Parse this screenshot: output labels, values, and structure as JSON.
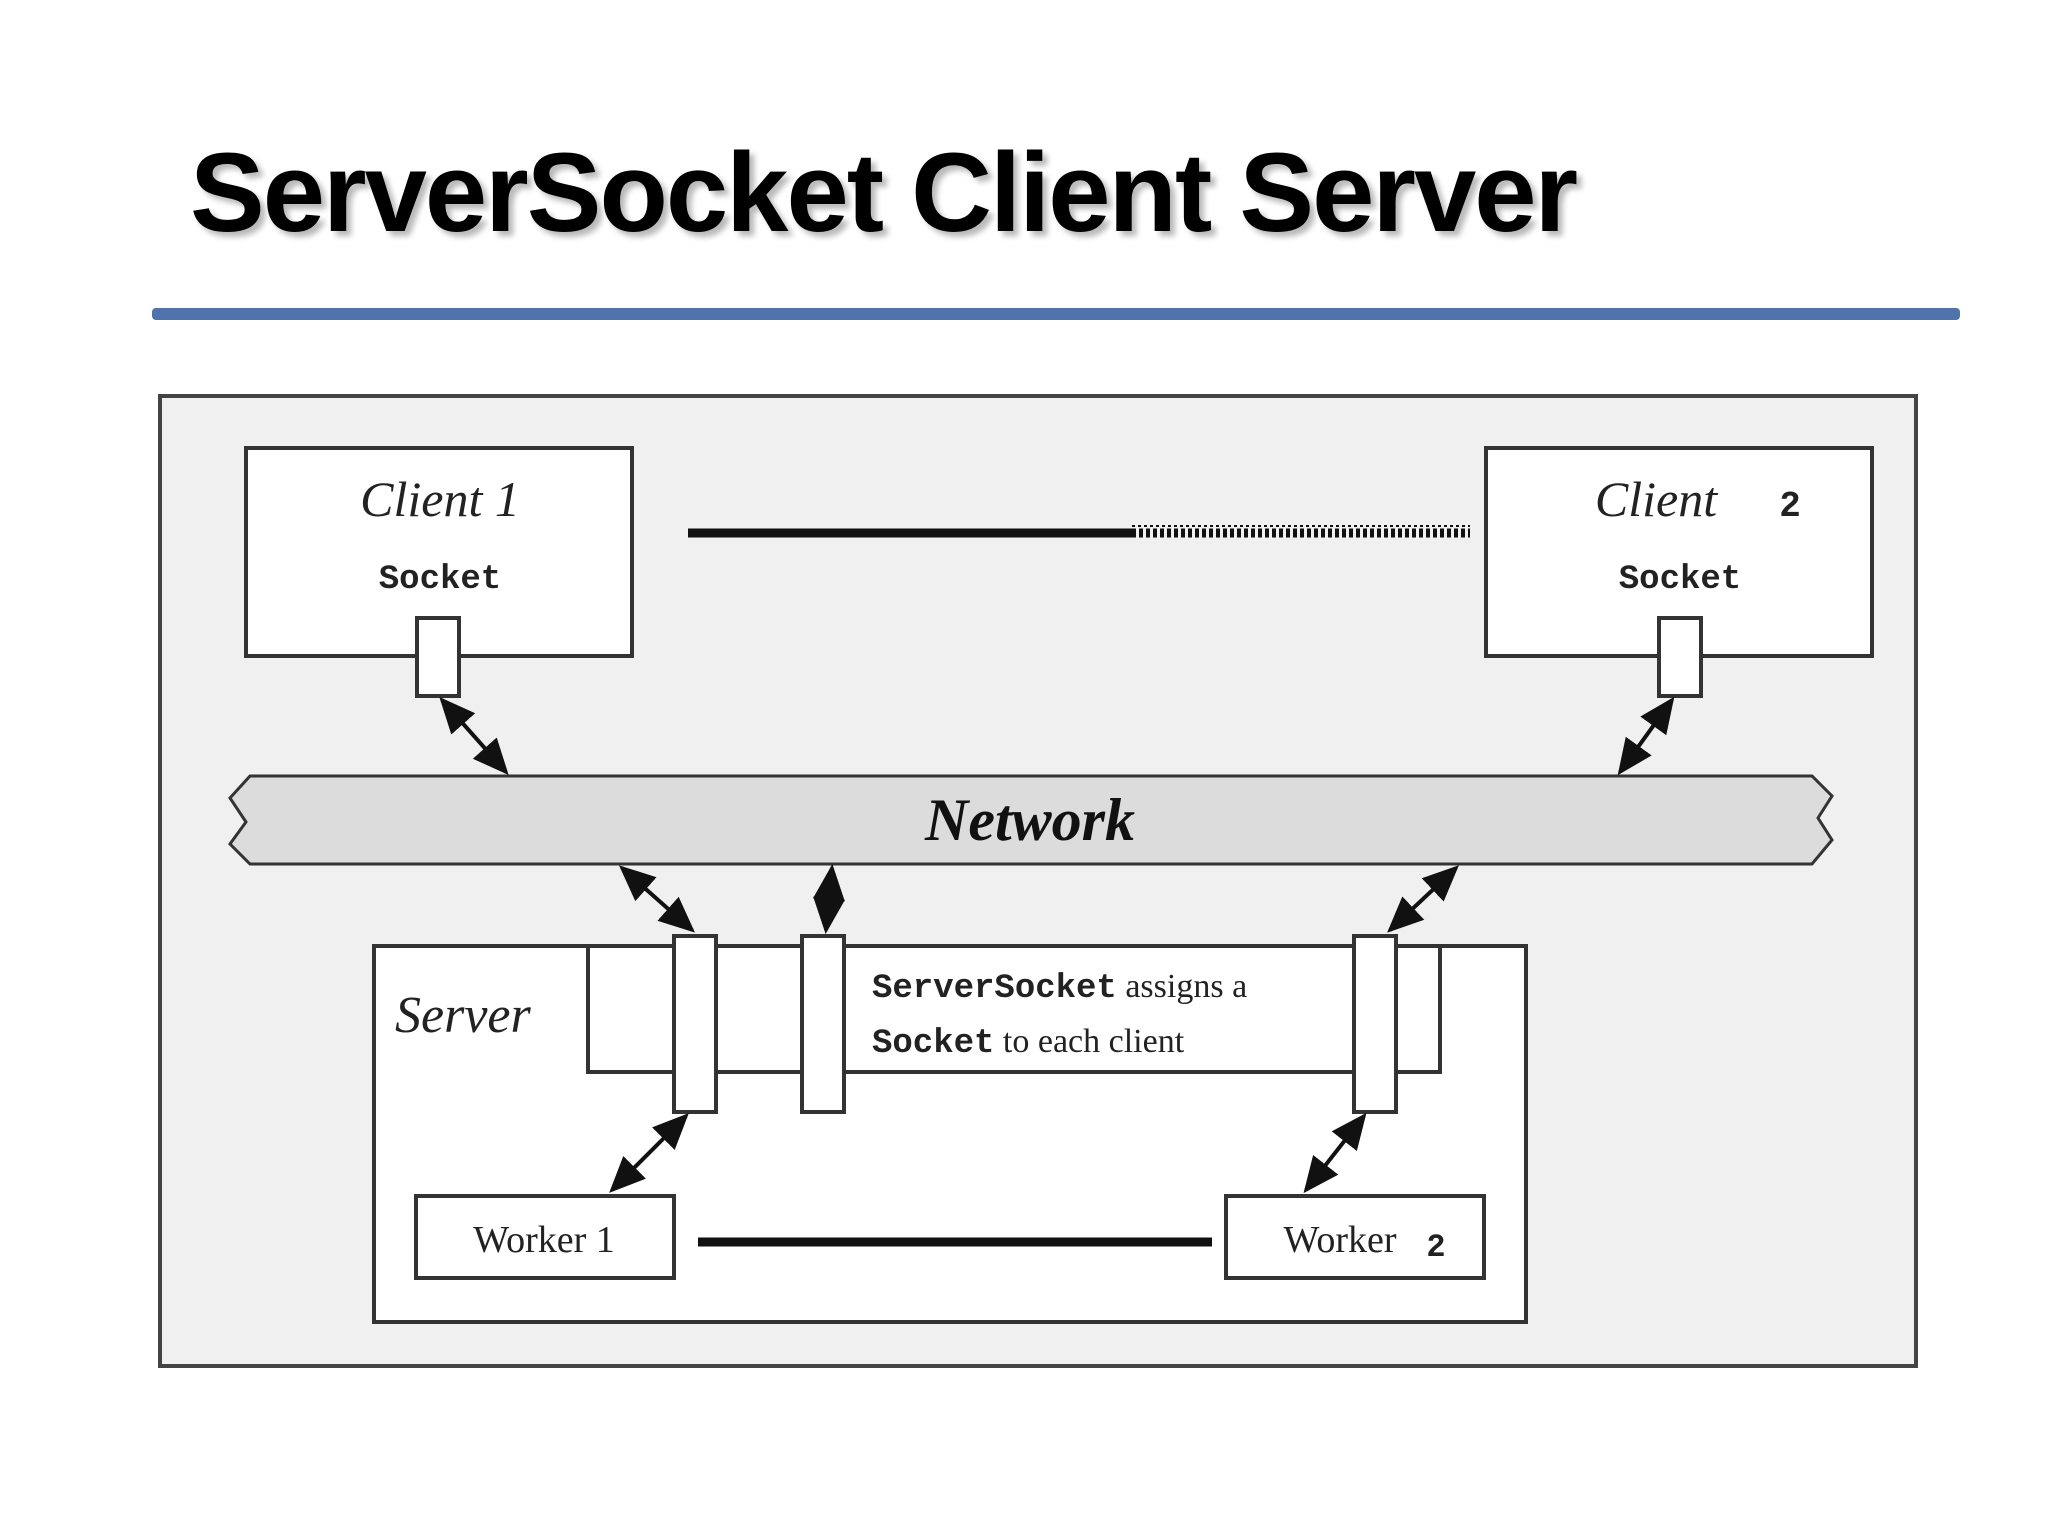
{
  "slide": {
    "title": "ServerSocket Client Server"
  },
  "diagram": {
    "client1": {
      "label": "Client 1",
      "socket": "Socket"
    },
    "client2": {
      "label": "Client",
      "number": "2",
      "socket": "Socket"
    },
    "network": {
      "label": "Network"
    },
    "server": {
      "label": "Server",
      "note_line1_code": "ServerSocket",
      "note_line1_text": " assigns  a",
      "note_line2_code": "Socket",
      "note_line2_text": " to each client"
    },
    "worker1": {
      "label": "Worker 1"
    },
    "worker2": {
      "label": "Worker",
      "number": "2"
    }
  },
  "colors": {
    "accent_rule": "#4f73aa",
    "panel_background": "#f0f0f0",
    "network_band": "#dcdcdc"
  }
}
